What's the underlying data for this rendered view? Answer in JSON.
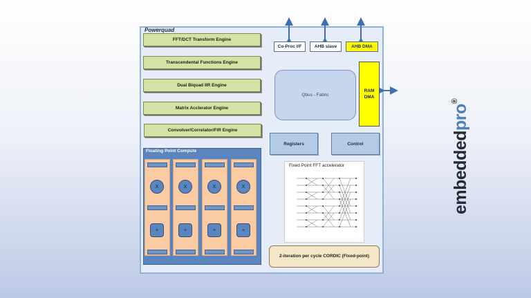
{
  "title": "Powerquad",
  "engines": [
    "FFT/DCT Transform Engine",
    "Transcendental Functions Engine",
    "Dual Biquad IIR Engine",
    "Matrix Acclerator Engine",
    "Convolver/Correlator/FIR Engine"
  ],
  "top_interfaces": [
    "Co-Proc I/F",
    "AHB slave",
    "AHB DMA"
  ],
  "fabric_label": "Qbus - Fabric",
  "ram_dma_label": "RAM DMA",
  "registers_label": "Registers",
  "control_label": "Control",
  "floating_point_title": "Floating Point Compute",
  "multiplier_symbol": "X",
  "adder_symbol": "+",
  "fft_title": "Fixed Point FFT accelerator",
  "cordic_label": "2-iteration per cycle CORDIC (Fixed-point)",
  "logo": {
    "part1": "embedded",
    "part2": "pro",
    "mark": "®"
  },
  "colors": {
    "engine_fill": "#d3e3a6",
    "highlight_yellow": "#ffff00",
    "fabric_fill": "#c6d6ee",
    "compute_blue": "#5b86bd",
    "lane_peach": "#fbcba3",
    "arrow_blue": "#3f6fb0"
  }
}
